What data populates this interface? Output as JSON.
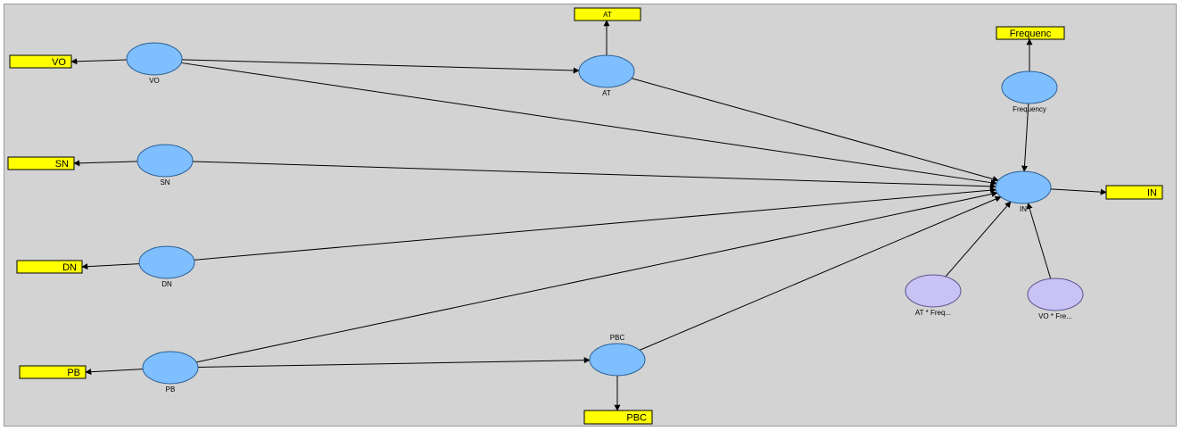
{
  "colors": {
    "canvas": "#d3d3d3",
    "construct_fill": "#7fbfff",
    "construct_stroke": "#2a5f96",
    "moderator_fill": "#c9c3f5",
    "moderator_stroke": "#5a5490",
    "indicator_fill": "#ffff00",
    "indicator_stroke": "#000000",
    "edge": "#000000"
  },
  "constructs": [
    {
      "id": "VO",
      "label": "VO",
      "kind": "construct"
    },
    {
      "id": "SN",
      "label": "SN",
      "kind": "construct"
    },
    {
      "id": "DN",
      "label": "DN",
      "kind": "construct"
    },
    {
      "id": "PB",
      "label": "PB",
      "kind": "construct"
    },
    {
      "id": "AT",
      "label": "AT",
      "kind": "construct"
    },
    {
      "id": "PBC",
      "label": "PBC",
      "kind": "construct"
    },
    {
      "id": "Frequency",
      "label": "Frequency",
      "kind": "construct"
    },
    {
      "id": "IN",
      "label": "IN",
      "kind": "construct"
    },
    {
      "id": "ATxFreq",
      "label": "AT * Freq...",
      "kind": "moderator"
    },
    {
      "id": "VOxFre",
      "label": "VO * Fre...",
      "kind": "moderator"
    }
  ],
  "indicators": [
    {
      "id": "ind-VO",
      "label": "VO",
      "construct": "VO"
    },
    {
      "id": "ind-SN",
      "label": "SN",
      "construct": "SN"
    },
    {
      "id": "ind-DN",
      "label": "DN",
      "construct": "DN"
    },
    {
      "id": "ind-PB",
      "label": "PB",
      "construct": "PB"
    },
    {
      "id": "ind-AT",
      "label": "AT",
      "construct": "AT"
    },
    {
      "id": "ind-PBC",
      "label": "PBC",
      "construct": "PBC"
    },
    {
      "id": "ind-Frequency",
      "label": "Frequenc",
      "construct": "Frequency"
    },
    {
      "id": "ind-IN",
      "label": "IN",
      "construct": "IN"
    }
  ],
  "paths": [
    {
      "from": "VO",
      "to": "AT"
    },
    {
      "from": "VO",
      "to": "IN"
    },
    {
      "from": "AT",
      "to": "IN"
    },
    {
      "from": "SN",
      "to": "IN"
    },
    {
      "from": "DN",
      "to": "IN"
    },
    {
      "from": "PB",
      "to": "IN"
    },
    {
      "from": "PB",
      "to": "PBC"
    },
    {
      "from": "PBC",
      "to": "IN"
    },
    {
      "from": "Frequency",
      "to": "IN"
    },
    {
      "from": "ATxFreq",
      "to": "IN"
    },
    {
      "from": "VOxFre",
      "to": "IN"
    }
  ]
}
